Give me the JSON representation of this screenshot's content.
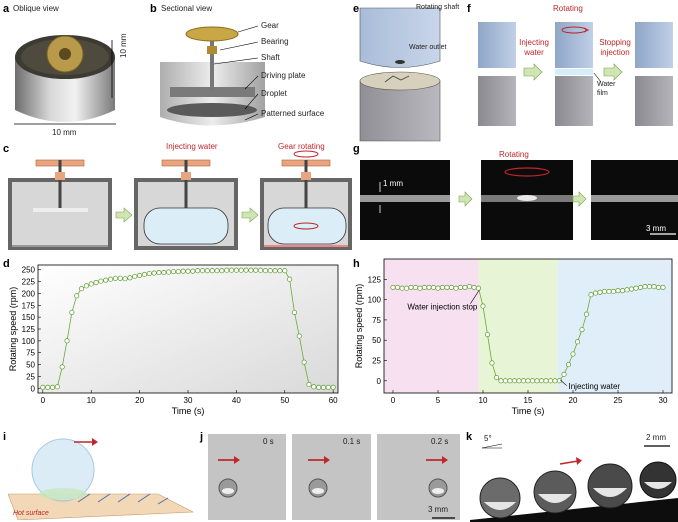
{
  "panels": {
    "a": {
      "label": "a",
      "title": "Oblique view",
      "dim_h": "10 mm",
      "dim_w": "10 mm"
    },
    "b": {
      "label": "b",
      "title": "Sectional view",
      "parts": [
        "Gear",
        "Bearing",
        "Shaft",
        "Driving plate",
        "Droplet",
        "Patterned surface"
      ]
    },
    "c": {
      "label": "c",
      "step2": "Injecting water",
      "step3": "Gear rotating"
    },
    "e": {
      "label": "e",
      "shaft": "Rotating shaft",
      "outlet": "Water outlet"
    },
    "f": {
      "label": "f",
      "rotating": "Rotating",
      "injecting": "Injecting water",
      "stopping": "Stopping injection",
      "film": "Water film"
    },
    "g": {
      "label": "g",
      "rotating": "Rotating",
      "gap": "1 mm",
      "scale": "3 mm"
    },
    "d": {
      "label": "d"
    },
    "h": {
      "label": "h"
    },
    "i": {
      "label": "i",
      "surface": "Hot surface"
    },
    "j": {
      "label": "j",
      "t0": "0 s",
      "t1": "0.1 s",
      "t2": "0.2 s",
      "scale": "3 mm"
    },
    "k": {
      "label": "k",
      "angle": "5°",
      "scale": "2 mm"
    }
  },
  "chart_data": [
    {
      "type": "scatter",
      "panel": "d",
      "xlabel": "Time (s)",
      "ylabel": "Rotating speed (rpm)",
      "xlim": [
        -1,
        61
      ],
      "ylim": [
        -10,
        260
      ],
      "xticks": [
        0,
        10,
        20,
        30,
        40,
        50,
        60
      ],
      "yticks": [
        0,
        25,
        50,
        75,
        100,
        125,
        150,
        175,
        200,
        225,
        250
      ],
      "x": [
        0,
        1,
        2,
        3,
        4,
        5,
        6,
        7,
        8,
        9,
        10,
        11,
        12,
        13,
        14,
        15,
        16,
        17,
        18,
        19,
        20,
        21,
        22,
        23,
        24,
        25,
        26,
        27,
        28,
        29,
        30,
        31,
        32,
        33,
        34,
        35,
        36,
        37,
        38,
        39,
        40,
        41,
        42,
        43,
        44,
        45,
        46,
        47,
        48,
        49,
        50,
        51,
        52,
        53,
        54,
        55,
        56,
        57,
        58,
        59,
        60
      ],
      "y": [
        2,
        2,
        2,
        3,
        45,
        100,
        160,
        195,
        210,
        216,
        220,
        223,
        226,
        228,
        230,
        232,
        232,
        231,
        233,
        236,
        238,
        240,
        242,
        243,
        244,
        244,
        245,
        246,
        246,
        247,
        247,
        247,
        248,
        248,
        248,
        248,
        248,
        248,
        249,
        249,
        249,
        249,
        249,
        249,
        249,
        249,
        248,
        248,
        248,
        248,
        248,
        230,
        160,
        110,
        55,
        8,
        3,
        2,
        2,
        2,
        2
      ]
    },
    {
      "type": "scatter",
      "panel": "h",
      "xlabel": "Time (s)",
      "ylabel": "Rotating speed (rpm)",
      "xlim": [
        -1,
        31
      ],
      "ylim": [
        -15,
        150
      ],
      "xticks": [
        0,
        5,
        10,
        15,
        20,
        25,
        30
      ],
      "yticks": [
        0,
        25,
        50,
        75,
        100,
        125
      ],
      "annotations": [
        "Water injection stop",
        "Injecting water"
      ],
      "x": [
        0,
        0.5,
        1,
        1.5,
        2,
        2.5,
        3,
        3.5,
        4,
        4.5,
        5,
        5.5,
        6,
        6.5,
        7,
        7.5,
        8,
        8.5,
        9,
        9.5,
        10,
        10.5,
        11,
        11.5,
        12,
        12.5,
        13,
        13.5,
        14,
        14.5,
        15,
        15.5,
        16,
        16.5,
        17,
        17.5,
        18,
        18.5,
        19,
        19.5,
        20,
        20.5,
        21,
        21.5,
        22,
        22.5,
        23,
        23.5,
        24,
        24.5,
        25,
        25.5,
        26,
        26.5,
        27,
        27.5,
        28,
        28.5,
        29,
        29.5,
        30
      ],
      "y": [
        115,
        115,
        114,
        114,
        115,
        115,
        114,
        115,
        115,
        115,
        114,
        115,
        115,
        115,
        114,
        115,
        115,
        116,
        115,
        114,
        92,
        57,
        22,
        4,
        0,
        0,
        0,
        0,
        0,
        0,
        0,
        0,
        0,
        0,
        0,
        0,
        0,
        0,
        8,
        20,
        33,
        48,
        63,
        82,
        106,
        108,
        109,
        110,
        110,
        110,
        111,
        111,
        112,
        113,
        114,
        115,
        116,
        116,
        116,
        115,
        115
      ]
    }
  ]
}
